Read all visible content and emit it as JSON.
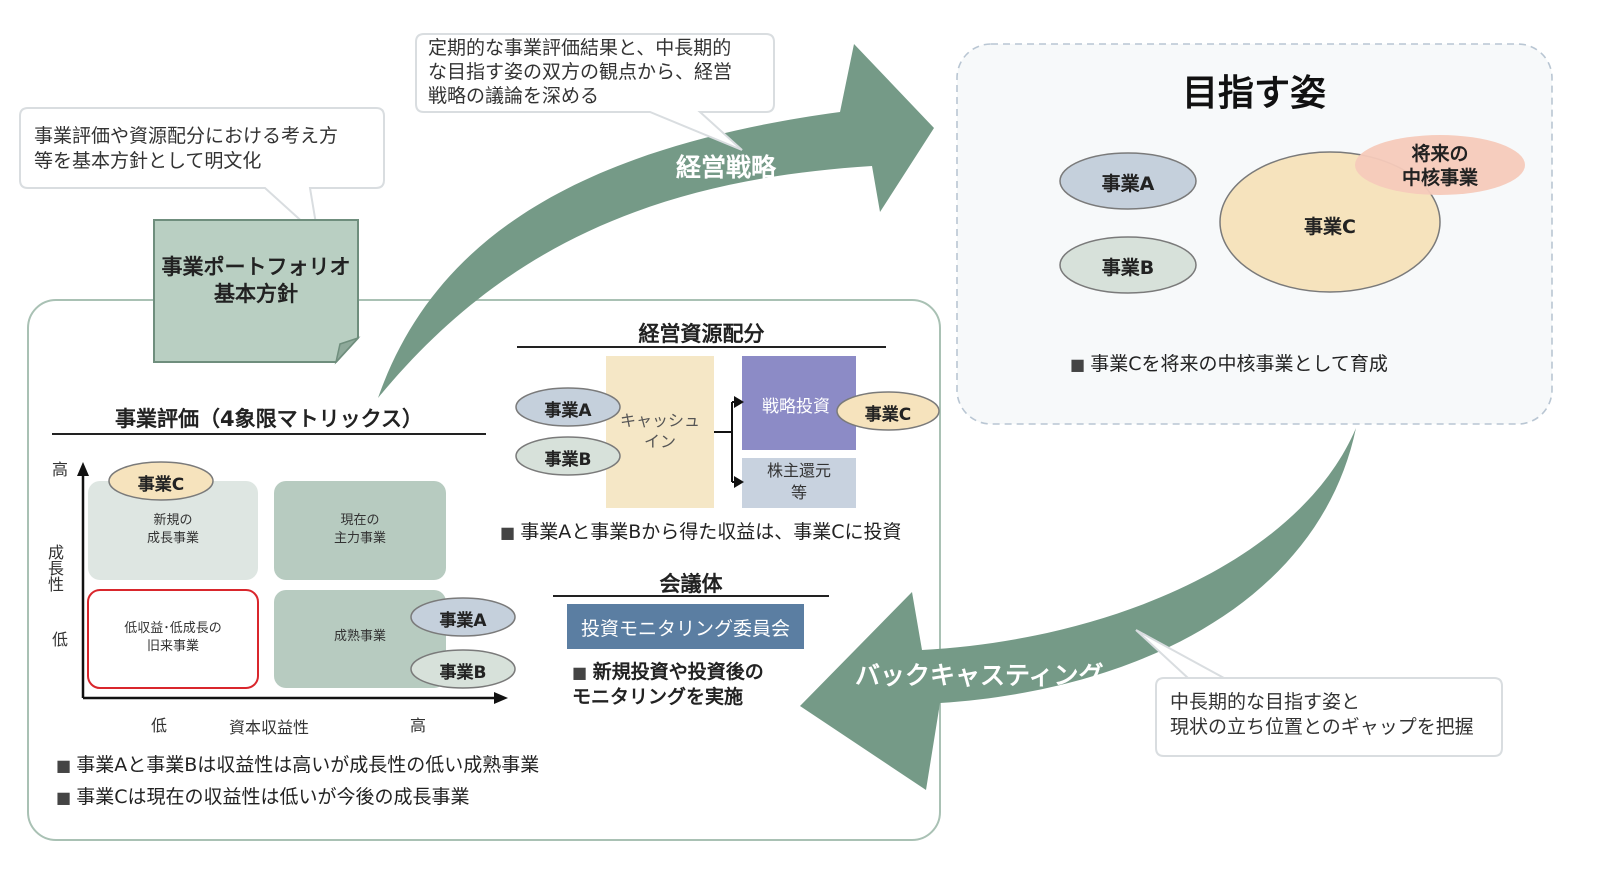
{
  "callouts": {
    "policy_note": "事業評価や資源配分における考え方\n等を基本方針として明文化",
    "strategy_note": "定期的な事業評価結果と、中長期的\nな目指す姿の双方の観点から、経営\n戦略の議論を深める",
    "gap_note": "中長期的な目指す姿と\n現状の立ち位置とのギャップを把握"
  },
  "policy_tag": "事業ポートフォリオ\n基本方針",
  "arrows": {
    "strategy": "経営戦略",
    "backcasting": "バックキャスティング"
  },
  "target": {
    "title": "目指す姿",
    "business_a": "事業A",
    "business_b": "事業B",
    "business_c": "事業C",
    "future_core": "将来の\n中核事業",
    "bullet": "事業Cを将来の中核事業として育成"
  },
  "evaluation": {
    "title": "事業評価（4象限マトリックス）",
    "y_axis": "成長性",
    "x_axis": "資本収益性",
    "y_high": "高",
    "y_low": "低",
    "x_low": "低",
    "x_high": "高",
    "cell_new_growth": "新規の\n成長事業",
    "cell_current_main": "現在の\n主力事業",
    "cell_legacy": "低収益･低成長の\n旧来事業",
    "cell_mature": "成熟事業",
    "business_c": "事業C",
    "business_a": "事業A",
    "business_b": "事業B",
    "bullets": [
      "事業Aと事業Bは収益性は高いが成長性の低い成熟事業",
      "事業Cは現在の収益性は低いが今後の成長事業"
    ]
  },
  "allocation": {
    "title": "経営資源配分",
    "business_a": "事業A",
    "business_b": "事業B",
    "cash_in": "キャッシュ\nイン",
    "strategic_investment": "戦略投資",
    "shareholder_return": "株主還元\n等",
    "business_c": "事業C",
    "bullet": "事業Aと事業Bから得た収益は、事業Cに投資"
  },
  "council": {
    "title": "会議体",
    "committee": "投資モニタリング委員会",
    "bullet": "新規投資や投資後の\nモニタリングを実施"
  },
  "colors": {
    "arrow_green": "#759a87",
    "tag_green": "#b9cfc2",
    "oval_gray_blue": "#c5d0dc",
    "oval_gray_green": "#d7e1da",
    "oval_cream": "#f6e3bd",
    "oval_pink": "#f6cabb",
    "cash_in": "#f5e7c6",
    "strategic_investment": "#8c8bc6",
    "shareholder_return": "#c8d2df",
    "committee": "#5b7ea2",
    "legacy_border": "#d9262c"
  }
}
